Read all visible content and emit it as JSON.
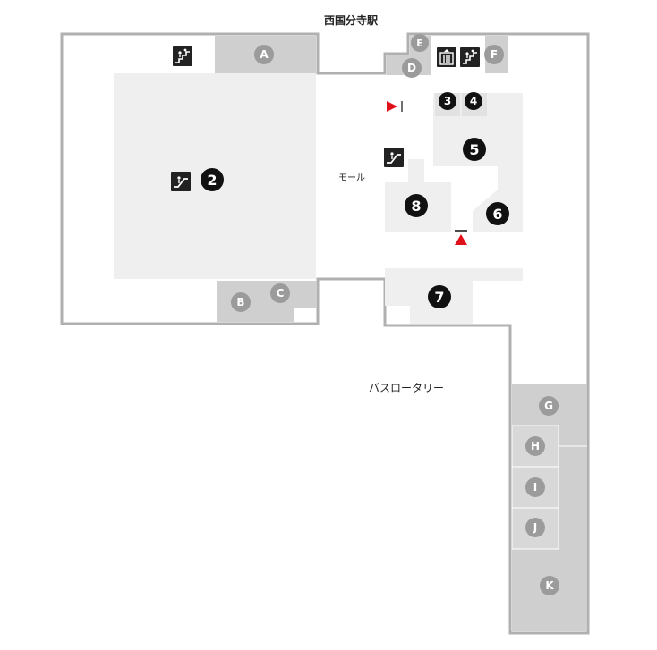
{
  "labels": {
    "station": "西国分寺駅",
    "mall": "モール",
    "bus_rotary": "バスロータリー"
  },
  "entrances": [
    "A",
    "B",
    "C",
    "D",
    "E",
    "F",
    "G",
    "H",
    "I",
    "J",
    "K"
  ],
  "shops": [
    "2",
    "3",
    "4",
    "5",
    "6",
    "7",
    "8"
  ],
  "icons": [
    "escalator-icon",
    "stairs-icon",
    "elevator-icon",
    "current-location-marker-icon",
    "direction-arrow-icon"
  ],
  "colors": {
    "outline": "#b0b0b0",
    "building_fill": "#efefef",
    "entrance_fill": "#cfcfcf",
    "entrance_marker": "#9b9b9b",
    "shop_marker": "#111111",
    "accent": "#e0101a"
  }
}
